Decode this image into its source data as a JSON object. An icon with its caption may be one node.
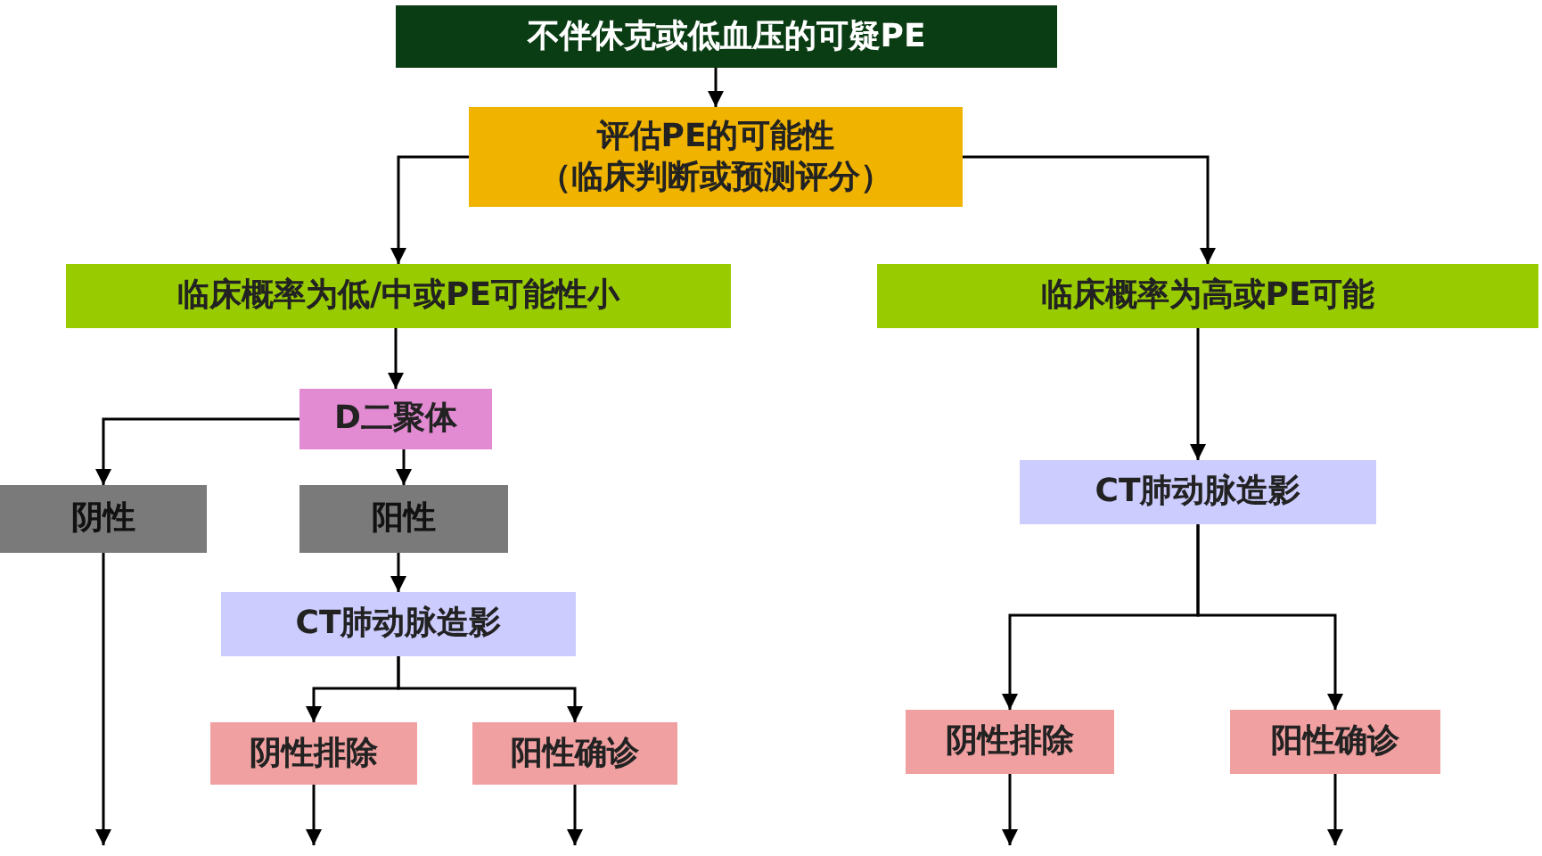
{
  "diagram": {
    "nodes": [
      {
        "text": [
          "不伴休克或低血压的可疑PE"
        ]
      },
      {
        "text": [
          "评估PE的可能性",
          "（临床判断或预测评分）"
        ]
      },
      {
        "text": [
          "临床概率为低/中或PE可能性小"
        ]
      },
      {
        "text": [
          "临床概率为高或PE可能"
        ]
      },
      {
        "text": [
          "D二聚体"
        ]
      },
      {
        "text": [
          "阴性"
        ]
      },
      {
        "text": [
          "阳性"
        ]
      },
      {
        "text": [
          "CT肺动脉造影"
        ]
      },
      {
        "text": [
          "阴性排除"
        ]
      },
      {
        "text": [
          "阳性确诊"
        ]
      },
      {
        "text": [
          "CT肺动脉造影"
        ]
      },
      {
        "text": [
          "阴性排除"
        ]
      },
      {
        "text": [
          "阳性确诊"
        ]
      }
    ],
    "edges": [
      {
        "from": 0,
        "to": 1,
        "arrow": "to"
      },
      {
        "from": 1,
        "to": 2,
        "arrow": "to"
      },
      {
        "from": 1,
        "to": 3,
        "arrow": "to"
      },
      {
        "from": 2,
        "to": 4,
        "arrow": "to"
      },
      {
        "from": 4,
        "to": 5,
        "arrow": "to"
      },
      {
        "from": 4,
        "to": 6,
        "arrow": "to"
      },
      {
        "from": 6,
        "to": 7,
        "arrow": "to"
      },
      {
        "from": 7,
        "to": 8,
        "arrow": "to"
      },
      {
        "from": 7,
        "to": 9,
        "arrow": "to"
      },
      {
        "from": 3,
        "to": 10,
        "arrow": "to"
      },
      {
        "from": 10,
        "to": 11,
        "arrow": "to"
      },
      {
        "from": 10,
        "to": 12,
        "arrow": "to"
      },
      {
        "from": 5,
        "to": null,
        "arrow": "to"
      },
      {
        "from": 8,
        "to": null,
        "arrow": "to"
      },
      {
        "from": 9,
        "to": null,
        "arrow": "to"
      },
      {
        "from": 11,
        "to": null,
        "arrow": "to"
      },
      {
        "from": 12,
        "to": null,
        "arrow": "to"
      }
    ]
  }
}
